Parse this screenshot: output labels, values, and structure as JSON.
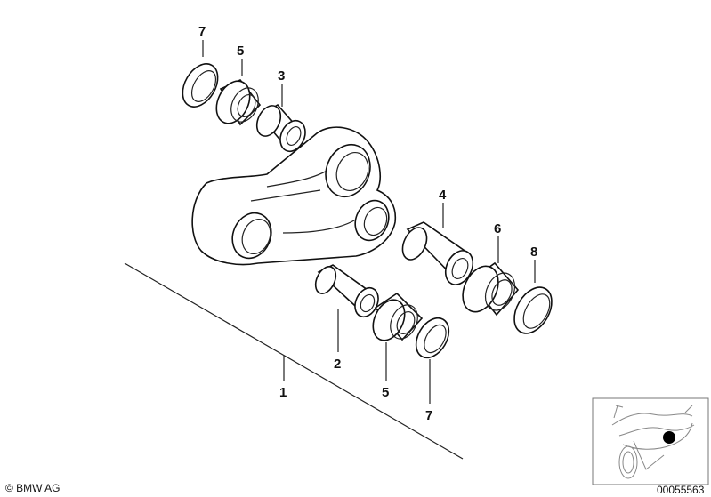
{
  "callouts": {
    "c7_top": "7",
    "c5_top": "5",
    "c3": "3",
    "c4": "4",
    "c6": "6",
    "c8": "8",
    "c2": "2",
    "c1": "1",
    "c5_bottom": "5",
    "c7_bottom": "7"
  },
  "footer": {
    "copyright": "© BMW AG",
    "diagram_number": "00055563"
  },
  "thumbnail": {
    "subject": "motorcycle-silhouette",
    "marker_color": "#000000"
  }
}
